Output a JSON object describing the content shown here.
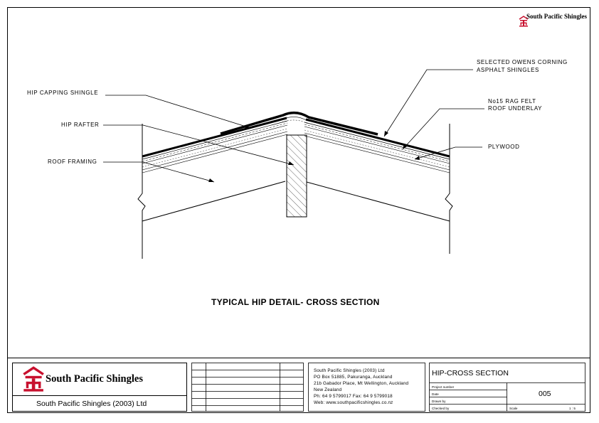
{
  "brand": {
    "name": "South Pacific Shingles",
    "company": "South Pacific Shingles (2003) Ltd",
    "brand_color": "#c8102e"
  },
  "labels": {
    "selected_shingles_1": "SELECTED OWENS CORNING",
    "selected_shingles_2": "ASPHALT SHINGLES",
    "hip_capping": "HIP CAPPING SHINGLE",
    "rag_felt_1": "No15 RAG FELT",
    "rag_felt_2": "ROOF UNDERLAY",
    "hip_rafter": "HIP RAFTER",
    "plywood": "PLYWOOD",
    "roof_framing": "ROOF FRAMING"
  },
  "drawing_title": "TYPICAL HIP DETAIL- CROSS SECTION",
  "title_block": {
    "address_lines": [
      "South Pacific Shingles (2003) Ltd",
      "PO Box 51885, Pakuranga, Auckland",
      "21b Gabador Place, Mt Wellington, Auckland",
      "New Zealand",
      "Ph: 64 9 5799017     Fax: 64 9 5799018",
      "Web:  www.southpacificshingles.co.nz"
    ],
    "sheet_title": "HIP-CROSS SECTION",
    "fields": {
      "project_number": "Project number",
      "date": "Date",
      "drawn_by": "Drawn by",
      "checked_by": "Checked by",
      "scale": "Scale"
    },
    "drawing_number": "005",
    "scale_value": "1 : 5"
  }
}
